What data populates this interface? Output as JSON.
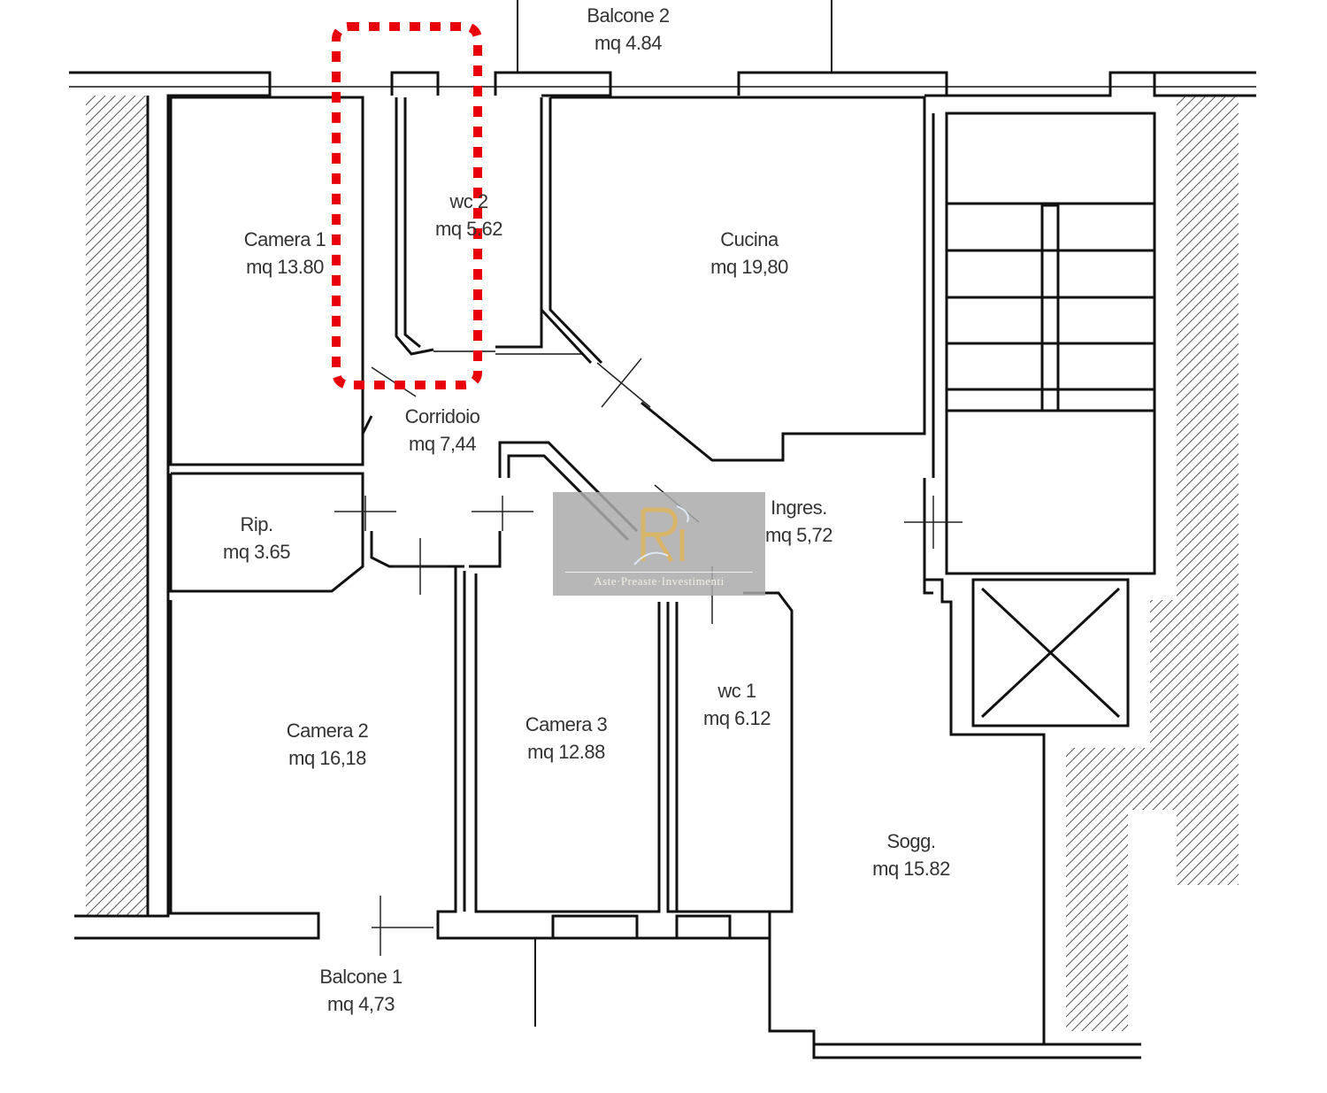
{
  "rooms": [
    {
      "name": "Balcone 2",
      "area": "mq 4.84"
    },
    {
      "name": "Camera 1",
      "area": "mq 13.80"
    },
    {
      "name": "wc 2",
      "area": "mq 5.62"
    },
    {
      "name": "Cucina",
      "area": "mq 19,80"
    },
    {
      "name": "Corridoio",
      "area": "mq 7,44"
    },
    {
      "name": "Rip.",
      "area": "mq 3.65"
    },
    {
      "name": "Ingres.",
      "area": "mq 5,72"
    },
    {
      "name": "Camera 2",
      "area": "mq 16,18"
    },
    {
      "name": "Camera 3",
      "area": "mq 12.88"
    },
    {
      "name": "wc 1",
      "area": "mq 6.12"
    },
    {
      "name": "Sogg.",
      "area": "mq 15.82"
    },
    {
      "name": "Balcone 1",
      "area": "mq 4,73"
    }
  ],
  "watermark": {
    "text": "Aste·Preaste·Investimenti",
    "logo": "RI"
  },
  "colors": {
    "highlight": "#e8000b",
    "wall": "#111111",
    "watermark_bg": "#aaaaaa",
    "logo_gold": "#d9b56a"
  }
}
